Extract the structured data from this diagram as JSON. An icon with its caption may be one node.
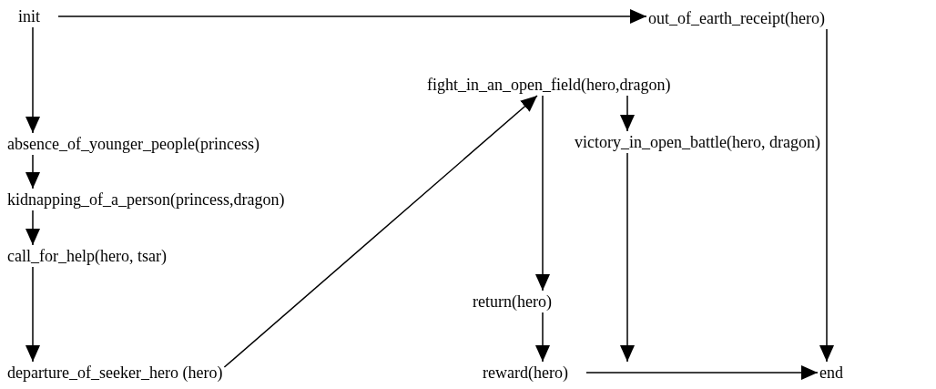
{
  "diagram": {
    "nodes": [
      {
        "text": [
          "init"
        ]
      },
      {
        "text": [
          "out_of_earth_receipt(hero)"
        ]
      },
      {
        "text": [
          "fight_in_an_open_field(hero,dragon)"
        ]
      },
      {
        "text": [
          "absence_of_younger_people(princess)"
        ]
      },
      {
        "text": [
          "victory_in_open_battle(hero, dragon)"
        ]
      },
      {
        "text": [
          "kidnapping_of_a_person(princess,dragon)"
        ]
      },
      {
        "text": [
          "call_for_help(hero, tsar)"
        ]
      },
      {
        "text": [
          "return(hero)"
        ]
      },
      {
        "text": [
          "departure_of_seeker_hero (hero)"
        ]
      },
      {
        "text": [
          "reward(hero)"
        ]
      },
      {
        "text": [
          "end"
        ]
      }
    ],
    "edges": [
      {
        "from": 0,
        "to": 1,
        "arrow": "to"
      },
      {
        "from": 0,
        "to": 3,
        "arrow": "to"
      },
      {
        "from": 3,
        "to": 5,
        "arrow": "to"
      },
      {
        "from": 5,
        "to": 6,
        "arrow": "to"
      },
      {
        "from": 6,
        "to": 8,
        "arrow": "to"
      },
      {
        "from": 8,
        "to": 2,
        "arrow": "to"
      },
      {
        "from": 2,
        "to": 4,
        "arrow": "to"
      },
      {
        "from": 2,
        "to": 7,
        "arrow": "to"
      },
      {
        "from": 7,
        "to": 9,
        "arrow": "to"
      },
      {
        "from": 4,
        "to": 9,
        "arrow": "to"
      },
      {
        "from": 1,
        "to": 10,
        "arrow": "to"
      },
      {
        "from": 9,
        "to": 10,
        "arrow": "to"
      }
    ]
  }
}
